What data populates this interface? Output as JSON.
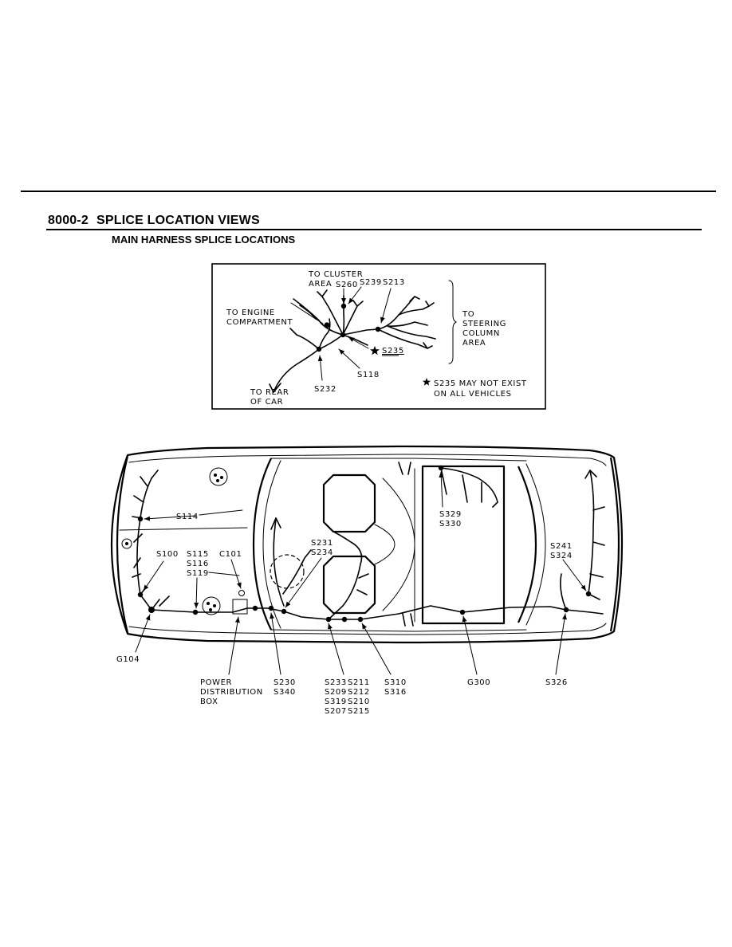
{
  "header": {
    "section_number": "8000-2",
    "section_title": "SPLICE LOCATION VIEWS",
    "subtitle": "MAIN HARNESS SPLICE LOCATIONS"
  },
  "inset": {
    "to_cluster_1": "TO CLUSTER",
    "to_cluster_2": "AREA",
    "s260": "S260",
    "s239": "S239",
    "s213": "S213",
    "to_engine_1": "TO ENGINE",
    "to_engine_2": "COMPARTMENT",
    "to_steering_1": "TO",
    "to_steering_2": "STEERING",
    "to_steering_3": "COLUMN",
    "to_steering_4": "AREA",
    "s235": "S235",
    "s118": "S118",
    "s232": "S232",
    "to_rear_1": "TO REAR",
    "to_rear_2": "OF CAR",
    "note_1": "S235 MAY NOT EXIST",
    "note_2": "ON ALL VEHICLES"
  },
  "car": {
    "s114": "S114",
    "s100": "S100",
    "s115": "S115",
    "s116": "S116",
    "s119": "S119",
    "c101": "C101",
    "s231": "S231",
    "s234": "S234",
    "s329": "S329",
    "s330": "S330",
    "s241": "S241",
    "s324": "S324",
    "g104": "G104",
    "power_1": "POWER",
    "power_2": "DISTRIBUTION",
    "power_3": "BOX",
    "s230": "S230",
    "s340": "S340",
    "s233": "S233",
    "s211": "S211",
    "s209": "S209",
    "s212": "S212",
    "s319": "S319",
    "s210": "S210",
    "s207": "S207",
    "s215": "S215",
    "s310": "S310",
    "s316": "S316",
    "g300": "G300",
    "s326": "S326"
  }
}
